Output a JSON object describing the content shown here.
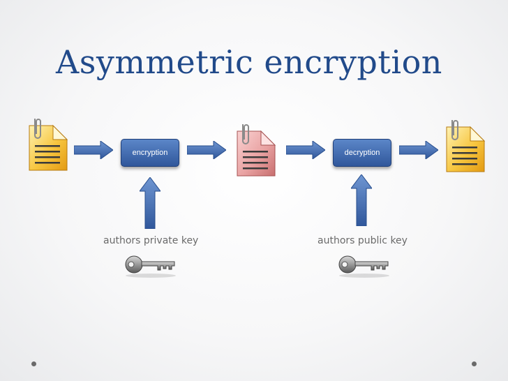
{
  "slide": {
    "title": "Asymmetric encryption",
    "encryption_label": "encryption",
    "decryption_label": "decryption",
    "private_key_label": "authors private key",
    "public_key_label": "authors public key"
  },
  "icons": {
    "plaintext_document": "document-icon",
    "ciphertext_document": "document-icon",
    "decrypted_document": "document-icon",
    "key": "key-icon"
  },
  "colors": {
    "title": "#214a8a",
    "process_box": "#3e67ad",
    "arrow": "#3e67ad",
    "plain_document": "#f5c23a",
    "cipher_document": "#e59a9a"
  }
}
